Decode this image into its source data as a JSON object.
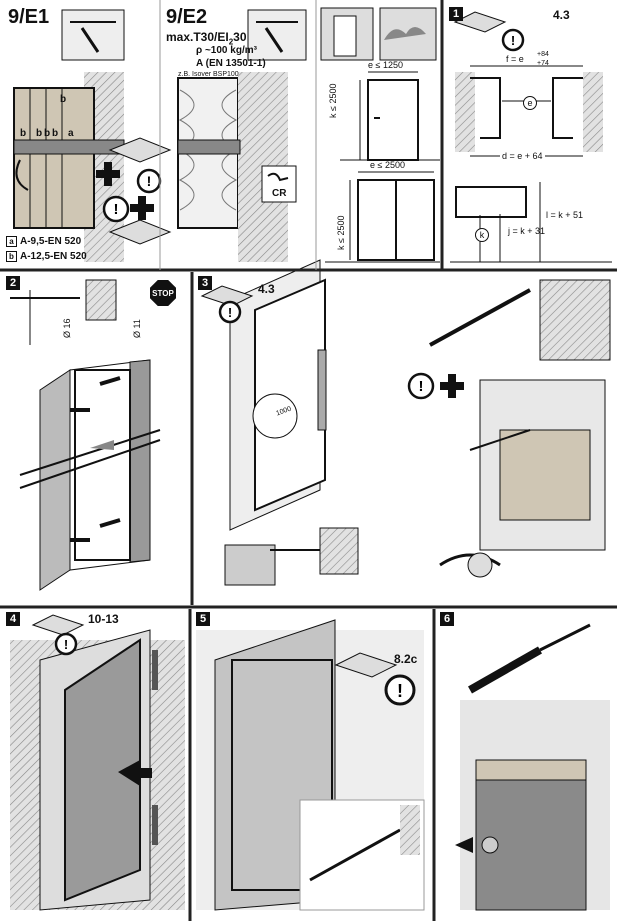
{
  "top": {
    "e1": {
      "title": "9/E1",
      "legend": [
        {
          "key": "a",
          "text": "A-9,5-EN 520"
        },
        {
          "key": "b",
          "text": "A-12,5-EN 520"
        }
      ],
      "layer_labels": [
        "b",
        "b",
        "b",
        "b",
        "b",
        "a"
      ]
    },
    "e2": {
      "title": "9/E2",
      "spec_prefix": "max.T30/EI",
      "spec_sub": "2",
      "spec_suffix": "30",
      "density": "ρ ~100 kg/m³",
      "fire_class": "A (EN 13501-1)",
      "example": "z.B. Isover BSP100",
      "seal_label": "CR"
    },
    "doors": {
      "single_width": "e ≤ 1250",
      "single_height": "k ≤ 2500",
      "double_width": "e ≤ 2500",
      "double_height": "k ≤ 2500"
    },
    "step1": {
      "number": "1",
      "ref": "4.3",
      "f_eq": "f = e",
      "f_tol_plus": "+84",
      "f_tol_minus": "+74",
      "e_mark": "e",
      "d_eq": "d = e + 64",
      "k_mark": "k",
      "l_eq": "l = k + 51",
      "j_eq": "j = k + 31"
    }
  },
  "middle": {
    "step2": {
      "number": "2",
      "d16": "Ø 16",
      "d11": "Ø 11",
      "stop": "STOP"
    },
    "step3": {
      "number": "3",
      "ref": "4.3",
      "mark": "1000"
    }
  },
  "bottom": {
    "step4": {
      "number": "4",
      "ref": "10-13"
    },
    "step5": {
      "number": "5",
      "ref": "8.2c"
    },
    "step6": {
      "number": "6"
    }
  },
  "icons": [
    "manual-icon",
    "warning-icon",
    "plus-icon",
    "drill-icon",
    "door-icon",
    "arrow-icon"
  ],
  "colors": {
    "ink": "#111111",
    "panel_gray": "#d9d9d9",
    "wall_gray": "#c8c8c8"
  }
}
